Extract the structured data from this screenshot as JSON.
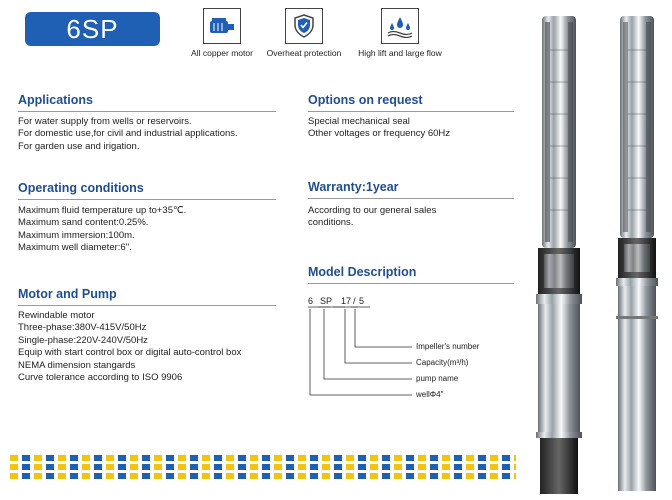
{
  "badge": "6SP",
  "features": [
    {
      "label": "All copper motor",
      "icon": "copper-motor-icon"
    },
    {
      "label": "Overheat protection",
      "icon": "shield-icon"
    },
    {
      "label": "High lift and large flow",
      "icon": "water-drops-icon"
    }
  ],
  "applications": {
    "title": "Applications",
    "lines": [
      "For water supply from wells or reservoirs.",
      "For domestic use,for civil and industrial applications.",
      "For garden use and irigation."
    ]
  },
  "operating": {
    "title": "Operating conditions",
    "lines": [
      "Maximum fluid temperature up to+35℃.",
      "Maximum sand content:0.25%.",
      "Maximum immersion:100m.",
      "Maximum well diameter:6\"."
    ]
  },
  "motor": {
    "title": "Motor and Pump",
    "lines": [
      "Rewindable motor",
      "Three-phase:380V-415V/50Hz",
      "Single-phase:220V-240V/50Hz",
      "Equip with start control box or digital auto-control box",
      "NEMA dimension stangards",
      "Curve tolerance according to ISO 9906"
    ]
  },
  "options": {
    "title": "Options on request",
    "lines": [
      "Special mechanical seal",
      "Other voltages or frequency 60Hz"
    ]
  },
  "warranty": {
    "title": "Warranty:1year",
    "lines": [
      "According to our general sales",
      "conditions."
    ]
  },
  "model": {
    "title": "Model Description",
    "code": [
      "6",
      "SP",
      "17",
      "/",
      "5"
    ],
    "legend": [
      "Impeller's number",
      "Capacity(m³/h)",
      "pump name",
      "wellΦ4\""
    ]
  }
}
